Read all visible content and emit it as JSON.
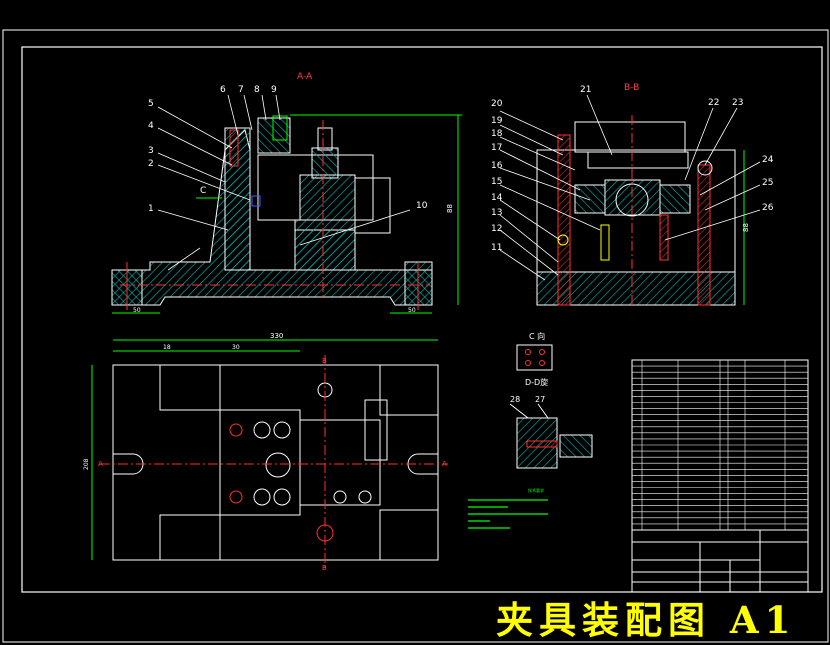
{
  "caption": "夹具装配图 A1",
  "views": {
    "aa_title": "A-A",
    "bb_title": "B-B",
    "c_title": "C 向",
    "dd_title": "D-D旋"
  },
  "dimensions": {
    "width_330": "330",
    "left_18": "18",
    "mid_30": "30",
    "left_foot_50": "50",
    "right_foot_50": "50",
    "height_aa": "88",
    "height_bb": "88",
    "plan_height": "208"
  },
  "arrow_labels": {
    "a_left": "A",
    "a_right": "A",
    "b_top": "B",
    "b_bottom": "B",
    "c_mark": "C"
  },
  "callouts_aa": [
    "1",
    "2",
    "3",
    "4",
    "5",
    "6",
    "7",
    "8",
    "9",
    "10"
  ],
  "callouts_bb": [
    "11",
    "12",
    "13",
    "14",
    "15",
    "16",
    "17",
    "18",
    "19",
    "20",
    "21",
    "22",
    "23",
    "24",
    "25",
    "26"
  ],
  "callouts_dd": [
    "28",
    "27"
  ],
  "tech_notes_title": "技术要求",
  "colors": {
    "frame": "#ffffff",
    "outline": "#ffffff",
    "centerline": "#ff3030",
    "hatch": "#00c0c0",
    "dimension": "#00ff00",
    "section": "#ff4040",
    "part_yellow": "#ffff00",
    "accent_blue": "#4060ff",
    "caption": "#ffff00"
  }
}
